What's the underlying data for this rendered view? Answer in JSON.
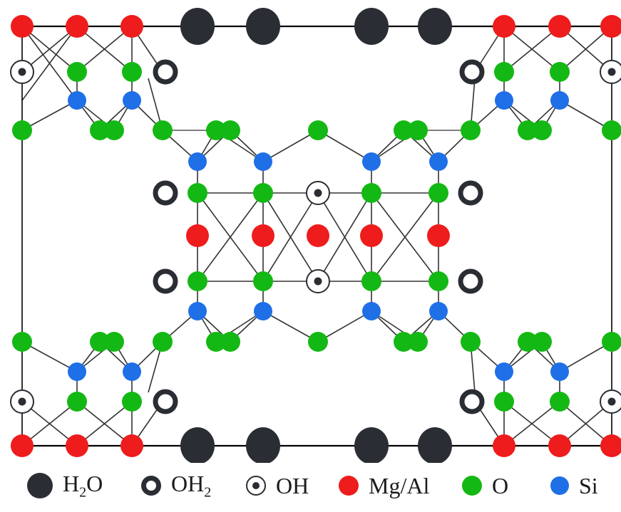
{
  "colors": {
    "water": "#2a2d33",
    "mg_al": "#ee1c1c",
    "oxygen": "#14b814",
    "silicon": "#1f6fe6",
    "line": "#333333",
    "frame": "#000000"
  },
  "legend": [
    {
      "key": "water",
      "label": "H",
      "sub": "2",
      "tail": "O",
      "icon": "filled-dark-circle-icon"
    },
    {
      "key": "oh2",
      "label": "OH",
      "sub": "2",
      "tail": "",
      "icon": "ring-icon"
    },
    {
      "key": "oh",
      "label": "OH",
      "sub": "",
      "tail": "",
      "icon": "dotted-circle-icon"
    },
    {
      "key": "mg_al",
      "label": "Mg/Al",
      "sub": "",
      "tail": "",
      "icon": "red-circle-icon"
    },
    {
      "key": "oxygen",
      "label": "O",
      "sub": "",
      "tail": "",
      "icon": "green-circle-icon"
    },
    {
      "key": "silicon",
      "label": "Si",
      "sub": "",
      "tail": "",
      "icon": "blue-circle-icon"
    }
  ]
}
